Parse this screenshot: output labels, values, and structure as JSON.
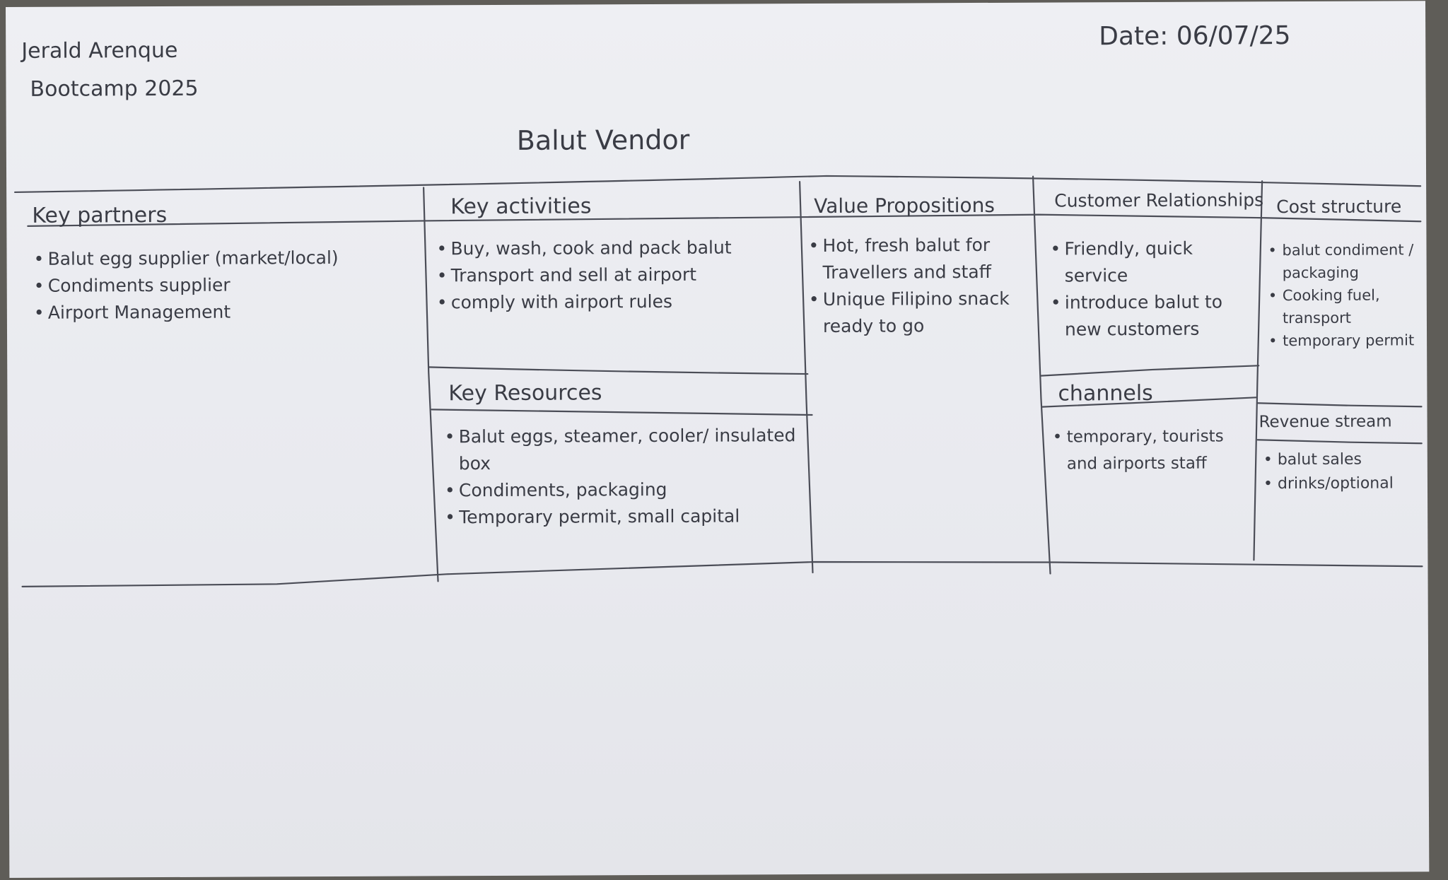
{
  "header": {
    "name": "Jerald Arenque",
    "bootcamp": "Bootcamp 2025",
    "date": "Date: 06/07/25",
    "title": "Balut Vendor"
  },
  "canvas": {
    "key_partners": {
      "heading": "Key partners",
      "items": [
        "Balut egg supplier (market/local)",
        "Condiments supplier",
        "Airport Management"
      ]
    },
    "key_activities": {
      "heading": "Key activities",
      "items": [
        "Buy, wash, cook and pack balut",
        "Transport and sell at airport",
        "comply with airport rules"
      ]
    },
    "key_resources": {
      "heading": "Key Resources",
      "items": [
        "Balut eggs, steamer, cooler/ insulated box",
        "Condiments, packaging",
        "Temporary permit, small capital"
      ]
    },
    "value_propositions": {
      "heading": "Value Propositions",
      "items": [
        "Hot, fresh balut for Travellers and staff",
        "Unique Filipino snack ready to go"
      ]
    },
    "customer_relationships": {
      "heading": "Customer Relationships",
      "items": [
        "Friendly, quick service",
        "introduce balut to new customers"
      ]
    },
    "channels": {
      "heading": "channels",
      "items": [
        "temporary, tourists and airports staff"
      ]
    },
    "cost_structure": {
      "heading": "Cost structure",
      "items": [
        "balut condiment / packaging",
        "Cooking fuel, transport",
        "temporary permit"
      ]
    },
    "revenue_streams": {
      "heading": "Revenue stream",
      "items": [
        "balut sales",
        "drinks/optional"
      ]
    }
  }
}
